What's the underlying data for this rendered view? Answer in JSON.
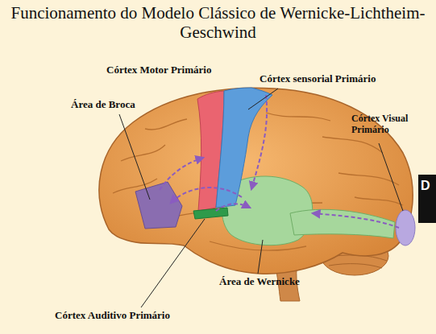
{
  "diagram": {
    "title": "Funcionamento do Modelo Clássico de Wernicke-Lichtheim-Geschwind",
    "labels": [
      "Córtex Motor Primário",
      "Córtex sensorial Primário",
      "Área de Broca",
      "Córtex Visual Primário",
      "Área de Wernicke",
      "Córtex Auditivo Primário",
      "D"
    ]
  }
}
